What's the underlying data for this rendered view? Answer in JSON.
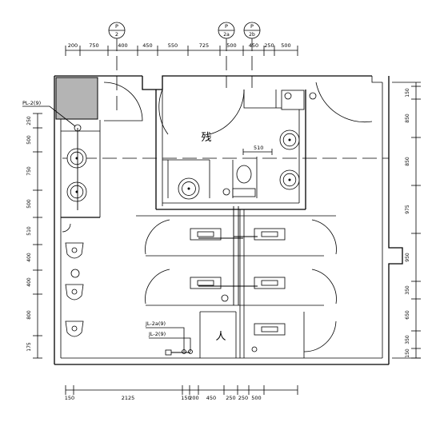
{
  "grid_markers": [
    {
      "letter": "P",
      "number": "2"
    },
    {
      "letter": "P",
      "number": "2a"
    },
    {
      "letter": "P",
      "number": "2b"
    }
  ],
  "top_dimensions": [
    "200",
    "750",
    "400",
    "450",
    "550",
    "725",
    "500",
    "450",
    "250",
    "500"
  ],
  "bottom_dimensions": [
    "150",
    "2125",
    "150",
    "200",
    "450",
    "250",
    "250",
    "500"
  ],
  "left_dimensions": [
    "250",
    "500",
    "750",
    "500",
    "510",
    "400",
    "400",
    "800",
    "175"
  ],
  "right_dimensions": [
    "150",
    "850",
    "850",
    "975",
    "950",
    "350",
    "650",
    "350",
    "150"
  ],
  "room_labels": {
    "accessible": "残",
    "janitor": "人"
  },
  "pipe_labels": {
    "pl": "PL-2(9)",
    "jl_a": "JL-2a(9)",
    "jl_b": "JL-2(9)"
  },
  "inner_dimension": "510",
  "colors": {
    "line": "#000000",
    "shaft_fill": "#b4b4b4",
    "background": "#ffffff"
  }
}
